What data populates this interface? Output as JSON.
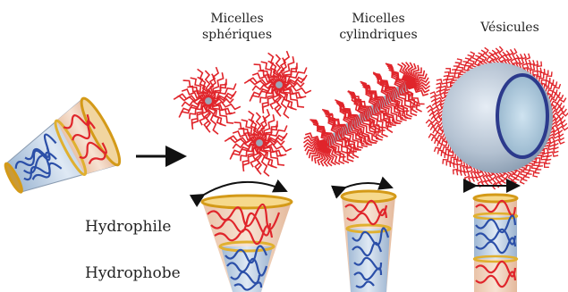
{
  "labels": {
    "spherical_line1": "Micelles",
    "spherical_line2": "sphériques",
    "cylindrical_line1": "Micelles",
    "cylindrical_line2": "cylindriques",
    "vesicles": "Vésicules",
    "hydrophile": "Hydrophile",
    "hydrophobe": "Hydrophobe"
  },
  "colors": {
    "hydrophilic_chain": "#e0252b",
    "hydrophobic_chain": "#2b4fa8",
    "cone_rim": "#e6b21e",
    "cone_body": "#f4d7c4",
    "vesicle_core": "#b9c7d6",
    "vesicle_ring": "#2c3a8c"
  }
}
